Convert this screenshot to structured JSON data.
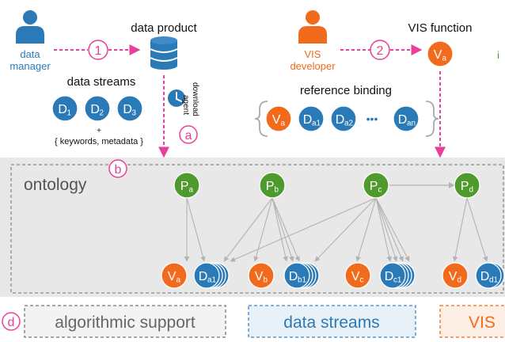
{
  "colors": {
    "blue": "#2b7ab8",
    "orange": "#f26a1b",
    "green": "#4f9a2c",
    "pink": "#e8409a",
    "gray_arrow": "#b3b3b3",
    "ontology_bg": "#e8e8e8",
    "light_blue_bg": "#e9f1f8",
    "light_orange_bg": "#fcefe6"
  },
  "actors": {
    "data_manager": {
      "label_line1": "data",
      "label_line2": "manager",
      "icon": "person-icon"
    },
    "vis_developer": {
      "label_line1": "VIS",
      "label_line2": "developer",
      "icon": "person-icon"
    },
    "cut_off_text": "i"
  },
  "steps": {
    "step1": "1",
    "step2": "2",
    "a": "a",
    "b": "b",
    "d": "d"
  },
  "labels": {
    "data_product": "data product",
    "vis_function": "VIS function",
    "data_streams": "data streams",
    "keywords_plus": "+",
    "keywords": "{ keywords, metadata }",
    "download_agent_line1": "download",
    "download_agent_line2": "agent",
    "reference_binding": "reference binding",
    "ontology": "ontology"
  },
  "nodes": {
    "d1": {
      "main": "D",
      "sub": "1"
    },
    "d2": {
      "main": "D",
      "sub": "2"
    },
    "d3": {
      "main": "D",
      "sub": "3"
    },
    "va": {
      "main": "V",
      "sub": "a"
    },
    "da1": {
      "main": "D",
      "sub": "a1"
    },
    "da2": {
      "main": "D",
      "sub": "a2"
    },
    "dots": "•••",
    "dan": {
      "main": "D",
      "sub": "an"
    },
    "pa": {
      "main": "P",
      "sub": "a"
    },
    "pb": {
      "main": "P",
      "sub": "b"
    },
    "pc": {
      "main": "P",
      "sub": "c"
    },
    "pd": {
      "main": "P",
      "sub": "d"
    },
    "vb": {
      "main": "V",
      "sub": "b"
    },
    "db1": {
      "main": "D",
      "sub": "b1"
    },
    "vc": {
      "main": "V",
      "sub": "c"
    },
    "dc1": {
      "main": "D",
      "sub": "c1"
    },
    "vd": {
      "main": "V",
      "sub": "d"
    },
    "dd1": {
      "main": "D",
      "sub": "d1"
    }
  },
  "bottom": {
    "algorithmic_support": "algorithmic support",
    "data_streams": "data streams",
    "vis_cut": "VIS"
  }
}
